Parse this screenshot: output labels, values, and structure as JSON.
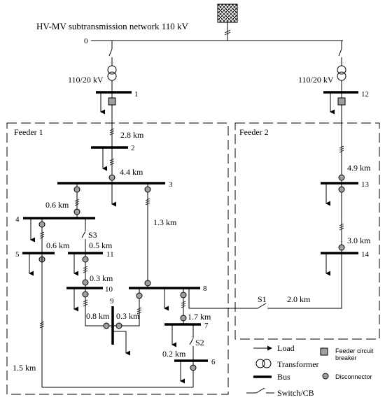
{
  "title": "HV-MV subtransmission network 110 kV",
  "feeders": {
    "f1": "Feeder 1",
    "f2": "Feeder 2"
  },
  "transformer_rating": "110/20 kV",
  "buses": {
    "b0": "0",
    "b1": "1",
    "b2": "2",
    "b3": "3",
    "b4": "4",
    "b5": "5",
    "b6": "6",
    "b7": "7",
    "b8": "8",
    "b9": "9",
    "b10": "10",
    "b11": "11",
    "b12": "12",
    "b13": "13",
    "b14": "14"
  },
  "distances": {
    "d1_2": "2.8 km",
    "d2_3": "4.4 km",
    "d3_4": "0.6 km",
    "d3_8": "1.3 km",
    "d4_5": "0.6 km",
    "d4_11": "0.5 km",
    "d11_10": "0.3 km",
    "d10_9": "0.8 km",
    "d9_8": "0.3 km",
    "d8_7": "1.7 km",
    "d7_6": "0.2 km",
    "d5_6": "1.5 km",
    "d12_13": "4.9 km",
    "d13_14": "3.0 km",
    "d14_8": "2.0 km"
  },
  "switches": {
    "s1": "S1",
    "s2": "S2",
    "s3": "S3"
  },
  "legend": {
    "load": "Load",
    "transformer": "Transformer",
    "bus": "Bus",
    "switch": "Switch/CB",
    "feeder_cb_line1": "Feeder circuit",
    "feeder_cb_line2": "breaker",
    "disconnector": "Disconnector"
  },
  "colors": {
    "line": "#000000",
    "disconnector": "#a0a0a0",
    "breaker": "#a0a0a0",
    "background": "#ffffff"
  }
}
